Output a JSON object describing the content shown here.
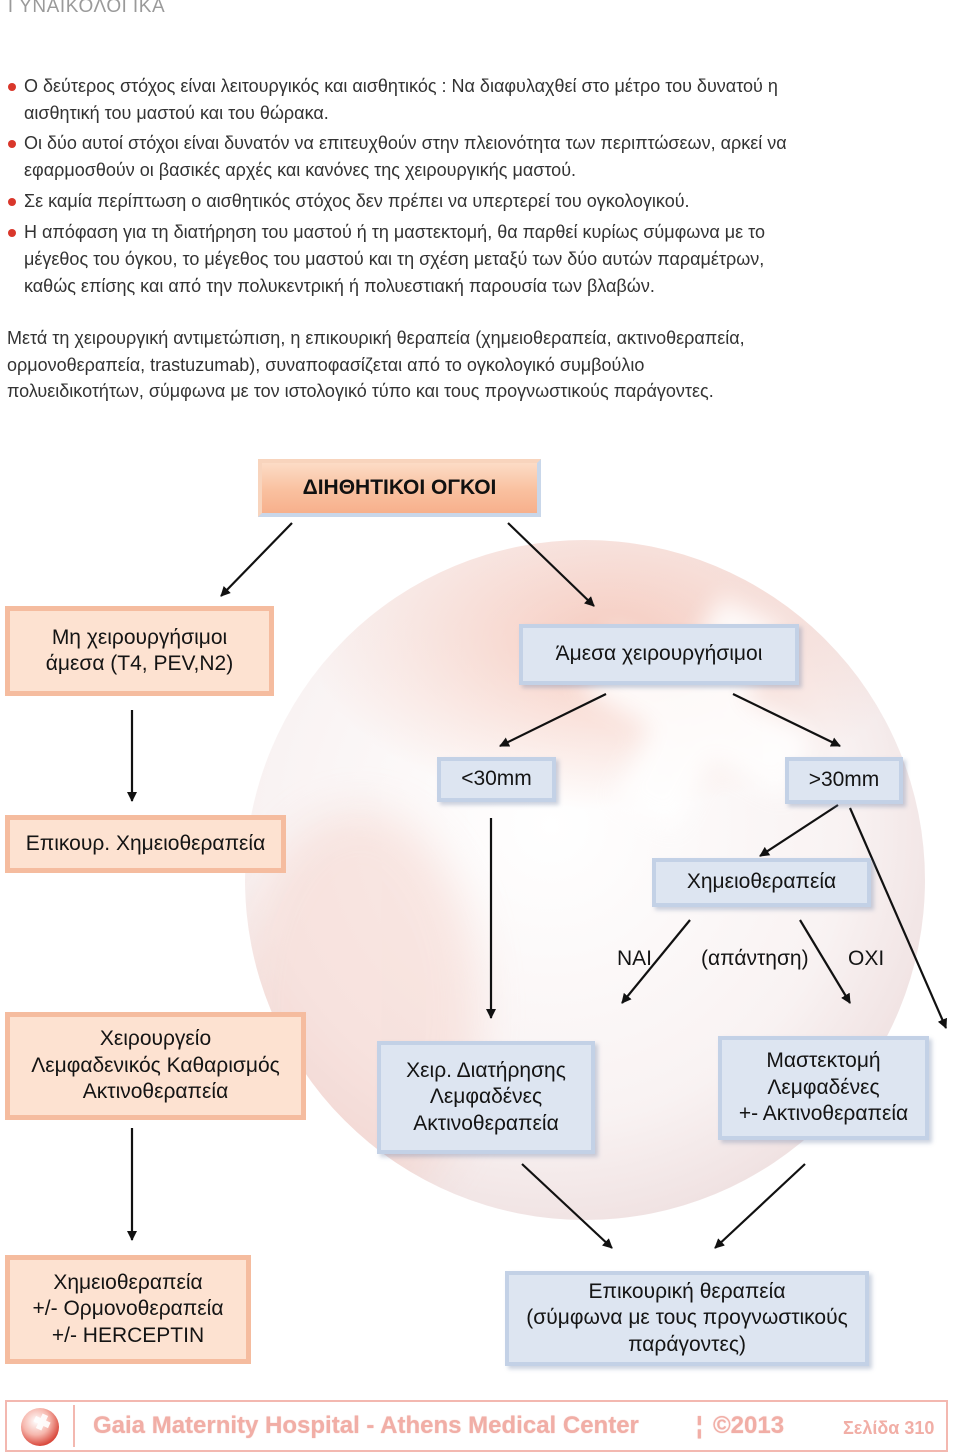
{
  "header": {
    "title": "ΓΥΝΑΙΚΟΛΟΓΙΚΑ"
  },
  "bullets": [
    {
      "lines": [
        "Ο δεύτερος στόχος είναι λειτουργικός και αισθητικός : Να διαφυλαχθεί στο μέτρο του δυνατού η",
        "αισθητική του μαστού και του θώρακα."
      ]
    },
    {
      "lines": [
        "Οι δύο αυτοί στόχοι είναι δυνατόν να επιτευχθούν στην πλειονότητα των περιπτώσεων, αρκεί να",
        "εφαρμοσθούν οι βασικές αρχές και κανόνες της χειρουργικής μαστού."
      ]
    },
    {
      "lines": [
        "Σε καμία περίπτωση ο αισθητικός στόχος δεν πρέπει να υπερτερεί του ογκολογικού."
      ]
    },
    {
      "lines": [
        "Η απόφαση για τη διατήρηση του μαστού ή τη μαστεκτομή, θα παρθεί κυρίως σύμφωνα με το",
        "μέγεθος του όγκου, το μέγεθος του μαστού και τη σχέση μεταξύ των δύο αυτών παραμέτρων,",
        "καθώς επίσης και από την πολυκεντρική ή πολυεστιακή παρουσία των βλαβών."
      ]
    }
  ],
  "paragraph": {
    "lines": [
      "Μετά τη χειρουργική αντιμετώπιση, η επικουρική θεραπεία (χημειοθεραπεία, ακτινοθεραπεία,",
      "ορμονοθεραπεία, trastuzumab), συναποφασίζεται από το ογκολογικό συμβούλιο",
      "πολυειδικοτήτων, σύμφωνα με τον ιστολογικό τύπο και τους προγνωστικούς παράγοντες."
    ]
  },
  "flowchart": {
    "root": {
      "lines": [
        "ΔΙΗΘΗΤΙΚΟΙ ΟΓΚΟΙ"
      ]
    },
    "inoperable": {
      "lines": [
        "Μη χειρουργήσιμοι",
        "άμεσα (T4, PEV,N2)"
      ]
    },
    "operable": {
      "lines": [
        "Άμεσα χειρουργήσιμοι"
      ]
    },
    "adjuvant_chemo": {
      "lines": [
        "Επικουρ. Χημειοθεραπεία"
      ]
    },
    "small_tumor": {
      "lines": [
        "<30mm"
      ]
    },
    "large_tumor": {
      "lines": [
        ">30mm"
      ]
    },
    "neoadjuvant_chemo": {
      "lines": [
        "Χημειοθεραπεία"
      ]
    },
    "response": {
      "yes": "ΝΑΙ",
      "label": "(απάντηση)",
      "no": "ΟΧΙ"
    },
    "surgery": {
      "lines": [
        "Χειρουργείο",
        "Λεμφαδενικός Καθαρισμός",
        "Ακτινοθεραπεία"
      ]
    },
    "conservation": {
      "lines": [
        "Χειρ. Διατήρησης",
        "Λεμφαδένες",
        "Ακτινοθεραπεία"
      ]
    },
    "mastectomy": {
      "lines": [
        "Μαστεκτομή",
        "Λεμφαδένες",
        "+- Ακτινοθεραπεία"
      ]
    },
    "systemic": {
      "lines": [
        "Χημειοθεραπεία",
        "+/- Ορμονοθεραπεία",
        "+/- HERCEPTIN"
      ]
    },
    "adjuvant_therapy": {
      "lines": [
        "Επικουρική θεραπεία",
        "(σύμφωνα με τους προγνωστικούς",
        "παράγοντες)"
      ]
    }
  },
  "footer": {
    "institution": "Gaia Maternity Hospital - Athens Medical Center",
    "separator": "¦",
    "copyright": "©2013",
    "page": "Σελίδα 310"
  },
  "colors": {
    "bullet": "#d9372b",
    "peach_fill": "#fde2d1",
    "peach_border": "#f5bc9f",
    "blue_fill": "#dde5f1",
    "blue_border": "#c3d1e6",
    "footer_border": "#f3b8b0",
    "footer_text": "#f1aea6"
  }
}
